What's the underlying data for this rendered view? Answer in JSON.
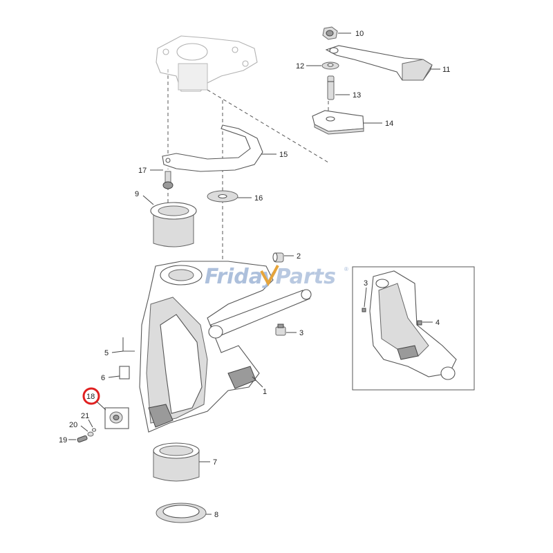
{
  "watermark": {
    "part1": "Friday",
    "part2": "Parts",
    "mark": "®"
  },
  "callouts": {
    "c1": "1",
    "c2": "2",
    "c3": "3",
    "c4": "4",
    "c5": "5",
    "c6": "6",
    "c7": "7",
    "c8": "8",
    "c9": "9",
    "c10": "10",
    "c11": "11",
    "c12": "12",
    "c13": "13",
    "c14": "14",
    "c15": "15",
    "c16": "16",
    "c17": "17",
    "c18": "18",
    "c19": "19",
    "c20": "20",
    "c21": "21",
    "inset3": "3",
    "inset4": "4"
  },
  "highlight_color": "#e02020"
}
